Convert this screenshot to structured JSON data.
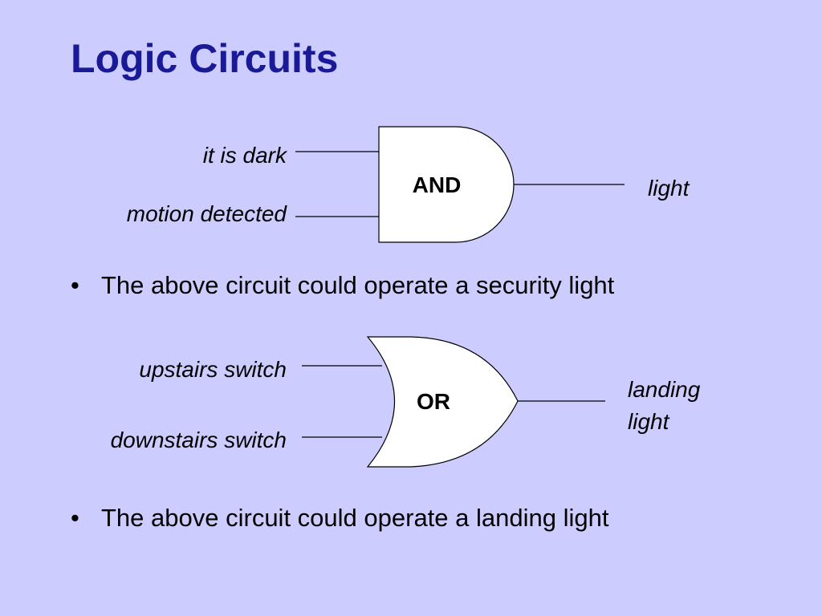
{
  "slide": {
    "title": "Logic Circuits"
  },
  "and_gate": {
    "label": "AND",
    "inputs": [
      "it is dark",
      "motion detected"
    ],
    "output": "light"
  },
  "or_gate": {
    "label": "OR",
    "inputs": [
      "upstairs switch",
      "downstairs switch"
    ],
    "output_lines": [
      "landing",
      "light"
    ]
  },
  "bullets": [
    {
      "marker": "•",
      "text": "The above circuit could operate a security light"
    },
    {
      "marker": "•",
      "text": "The above circuit could operate a landing light"
    }
  ],
  "colors": {
    "background": "#ccccff",
    "title": "#1a1a99",
    "gate_fill": "#ffffff",
    "stroke": "#000000"
  }
}
